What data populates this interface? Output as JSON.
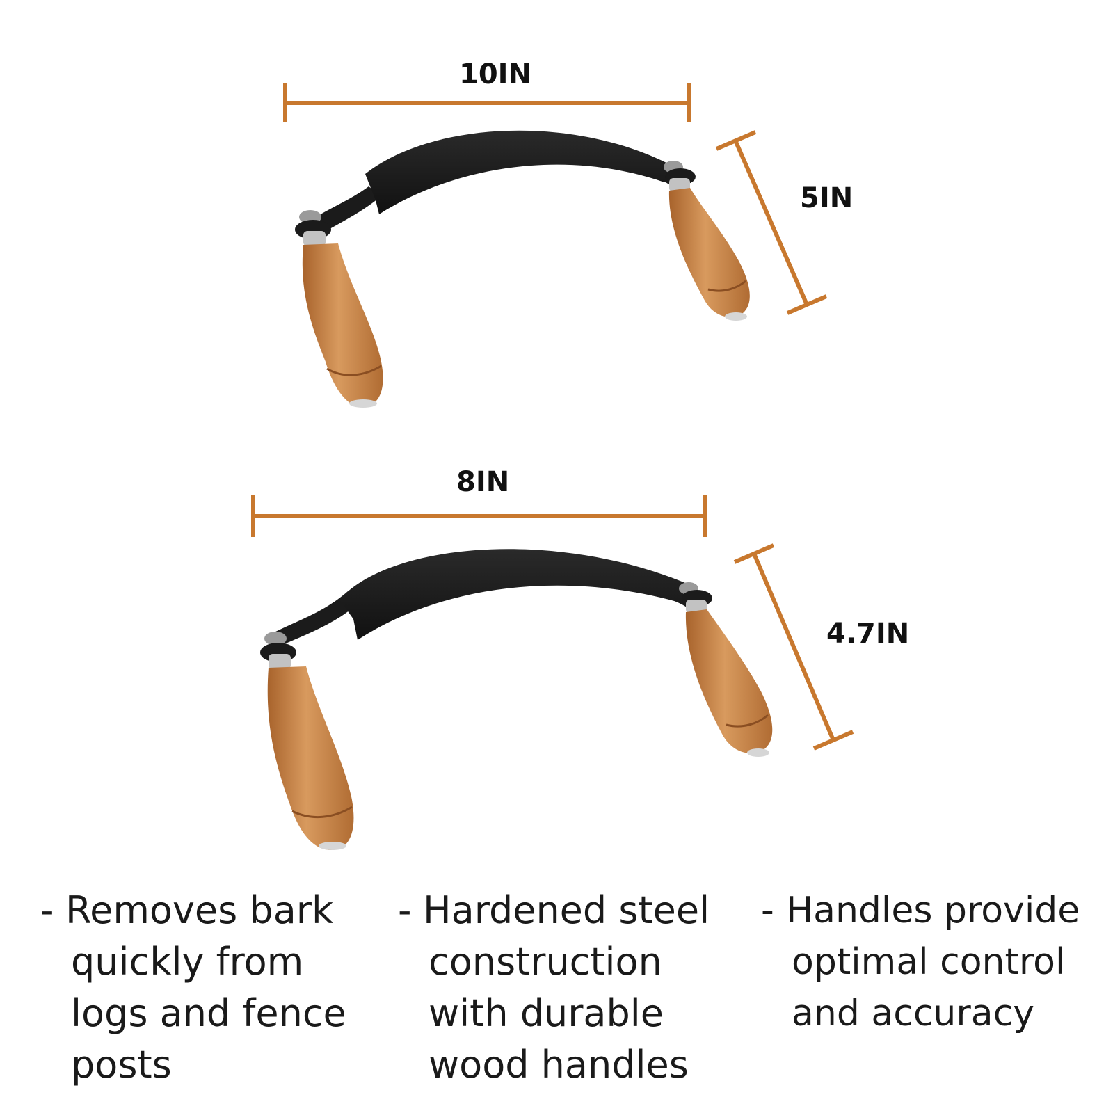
{
  "colors": {
    "dimension_line": "#C8782E",
    "blade": "#1b1b1b",
    "wood_handle": "#C98A4E",
    "wood_dark": "#9C5E2B",
    "ferrule": "#B8B8B8",
    "text": "#1a1a1a"
  },
  "tools": [
    {
      "name": "10in drawknife",
      "width_label": "10IN",
      "height_label": "5IN"
    },
    {
      "name": "8in drawknife",
      "width_label": "8IN",
      "height_label": "4.7IN"
    }
  ],
  "features": [
    {
      "bullet": "-",
      "lines": [
        "Removes bark",
        "quickly from",
        "logs and fence",
        "posts"
      ]
    },
    {
      "bullet": "-",
      "lines": [
        "Hardened steel",
        "construction",
        "with durable",
        "wood handles"
      ]
    },
    {
      "bullet": "-",
      "lines": [
        "Handles provide",
        "optimal control",
        "and accuracy"
      ]
    }
  ]
}
